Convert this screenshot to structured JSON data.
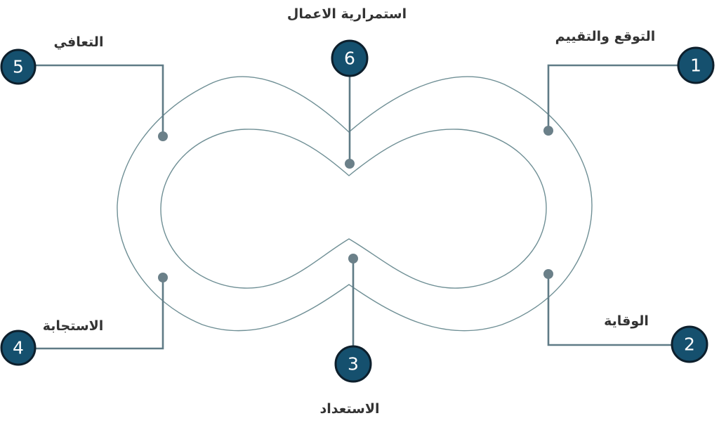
{
  "diagram": {
    "title": "استمرارية الاعمال",
    "steps": [
      {
        "number": "1",
        "label": "التوقع والتقييم"
      },
      {
        "number": "2",
        "label": "الوقاية"
      },
      {
        "number": "3",
        "label": "الاستعداد"
      },
      {
        "number": "4",
        "label": "الاستجابة"
      },
      {
        "number": "5",
        "label": "التعافي"
      },
      {
        "number": "6",
        "label": "استمرارية الاعمال"
      }
    ]
  },
  "colors": {
    "node_fill": "#15506e",
    "node_border": "#0d1f2c",
    "connector": "#5f7b86",
    "loop_stroke": "#6f8f95",
    "label_text": "#333333"
  }
}
